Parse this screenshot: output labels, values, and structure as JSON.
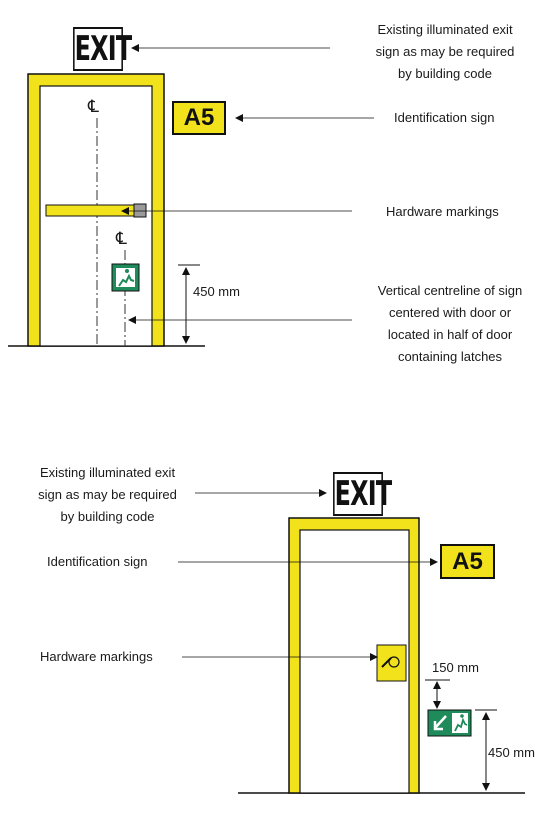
{
  "top": {
    "exit_sign_text": "EXIT",
    "id_sign_text": "A5",
    "centerline_symbol": "CL",
    "dimension_450": "450 mm",
    "labels": {
      "exit_sign": [
        "Existing illuminated exit",
        "sign as may be required",
        "by building code"
      ],
      "identification": "Identification sign",
      "hardware": "Hardware markings",
      "centreline": [
        "Vertical centreline of sign",
        "centered with door or",
        "located in half of door",
        "containing latches"
      ]
    }
  },
  "bottom": {
    "exit_sign_text": "EXIT",
    "id_sign_text": "A5",
    "dimension_150": "150 mm",
    "dimension_450": "450 mm",
    "labels": {
      "exit_sign": [
        "Existing illuminated exit",
        "sign as may be required",
        "by building code"
      ],
      "identification": "Identification sign",
      "hardware": "Hardware markings"
    }
  },
  "colors": {
    "frame_yellow": "#f2e21c",
    "sign_green": "#1f8a5a",
    "line": "#111111"
  }
}
